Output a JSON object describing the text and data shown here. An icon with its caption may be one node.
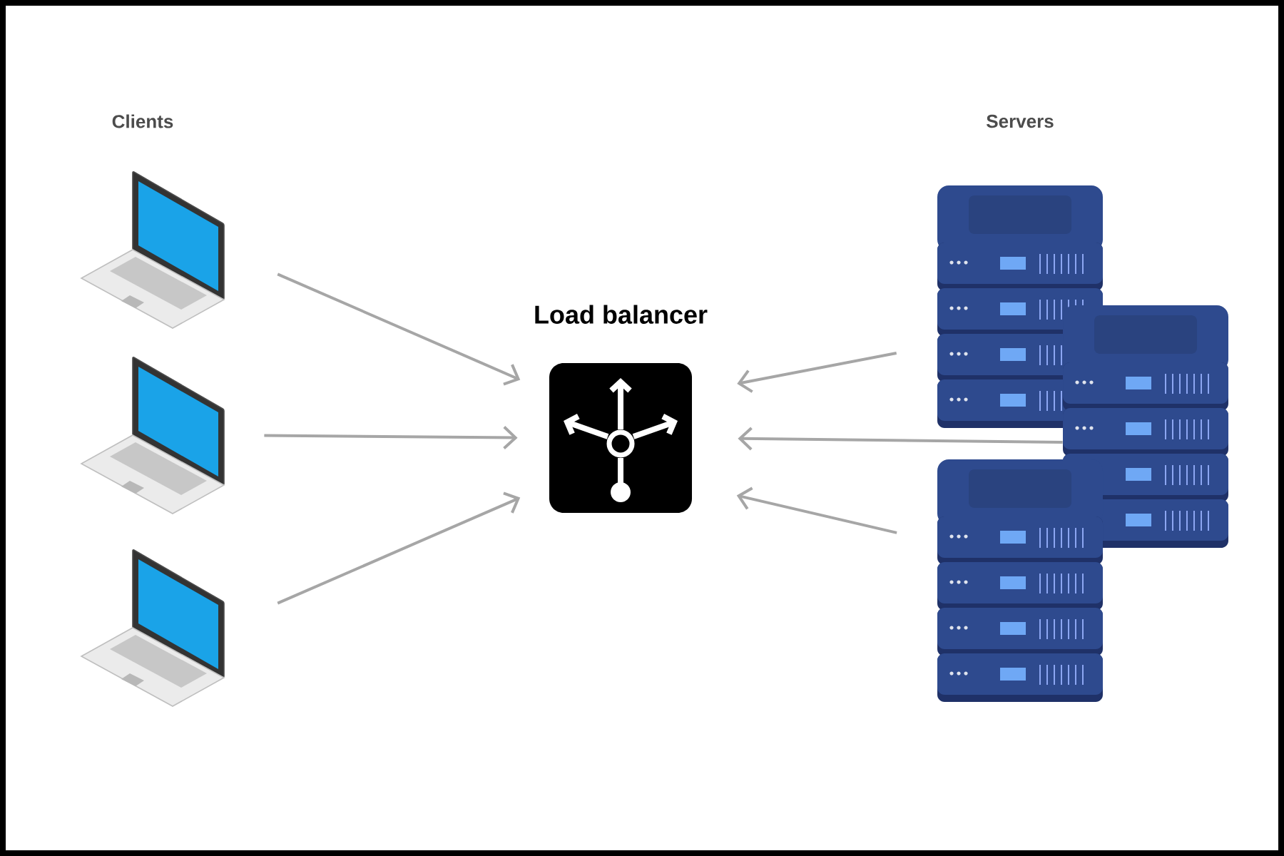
{
  "diagram": {
    "nodes": [
      {
        "text": [],
        "shape": "picture"
      },
      {
        "text": [],
        "shape": "picture"
      },
      {
        "text": [],
        "shape": "picture"
      },
      {
        "text": [
          "Load balancer"
        ]
      },
      {
        "text": [],
        "shape": "picture"
      },
      {
        "text": [],
        "shape": "picture"
      },
      {
        "text": [],
        "shape": "picture"
      }
    ],
    "edges": [
      {
        "from": 0,
        "to": 3,
        "arrow": "to"
      },
      {
        "from": 1,
        "to": 3,
        "arrow": "to"
      },
      {
        "from": 2,
        "to": 3,
        "arrow": "to"
      },
      {
        "from": 4,
        "to": 3,
        "arrow": "to"
      },
      {
        "from": 5,
        "to": 3,
        "arrow": "to"
      },
      {
        "from": 6,
        "to": 3,
        "arrow": "to"
      }
    ],
    "labels": [
      "Clients",
      "Servers"
    ]
  }
}
